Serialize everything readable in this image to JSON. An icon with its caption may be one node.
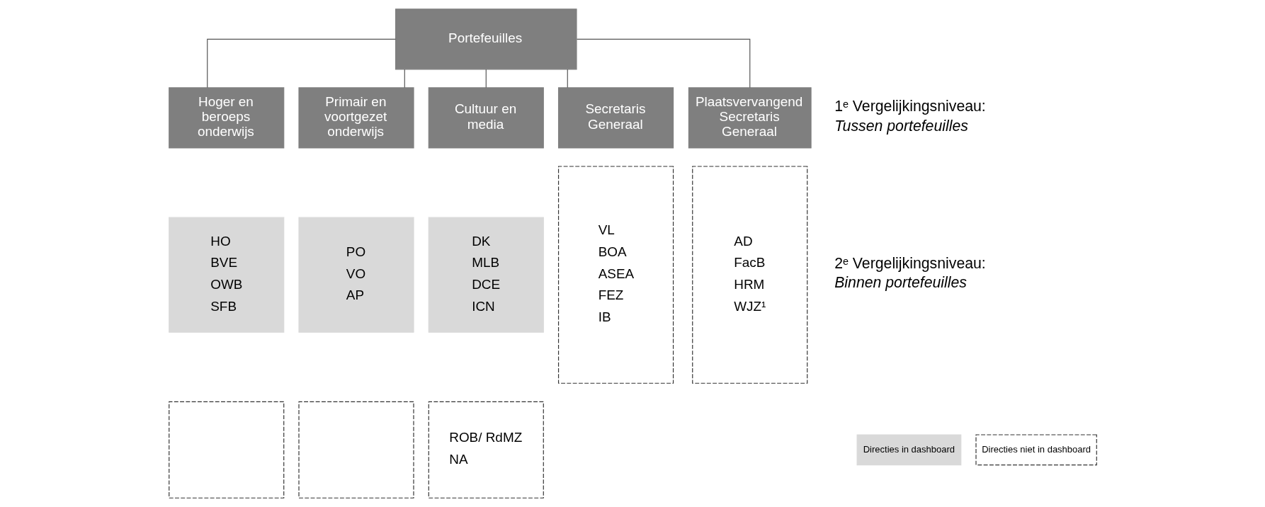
{
  "diagram": {
    "nodes": [
      {
        "text": [
          "Portefeuilles"
        ]
      },
      {
        "text": [
          "Hoger en beroeps onderwijs"
        ]
      },
      {
        "text": [
          "Primair en voortgezet onderwijs"
        ]
      },
      {
        "text": [
          "Cultuur en media"
        ]
      },
      {
        "text": [
          "Secretaris Generaal"
        ]
      },
      {
        "text": [
          "Plaatsvervangend Secretaris Generaal"
        ]
      },
      {
        "text": [
          "HO",
          "BVE",
          "OWB",
          "SFB"
        ]
      },
      {
        "text": [],
        "shape": "box"
      },
      {
        "text": [
          "PO",
          "VO",
          "AP"
        ]
      },
      {
        "text": [],
        "shape": "box"
      },
      {
        "text": [
          "DK",
          "MLB",
          "DCE",
          "ICN"
        ]
      },
      {
        "text": [
          "ROB/ RdMZ",
          "NA"
        ]
      },
      {
        "text": [
          "VL",
          "BOA",
          "ASEA",
          "FEZ",
          "IB"
        ]
      },
      {
        "text": [
          "AD",
          "FacB",
          "HRM",
          "WJZ¹"
        ]
      }
    ],
    "edges": [
      {
        "from": 0,
        "to": 1,
        "arrow": "none"
      },
      {
        "from": 0,
        "to": 2,
        "arrow": "none"
      },
      {
        "from": 0,
        "to": 3,
        "arrow": "none"
      },
      {
        "from": 0,
        "to": 4,
        "arrow": "none"
      },
      {
        "from": 0,
        "to": 5,
        "arrow": "none"
      }
    ],
    "labels": [
      "1ᵉ Vergelijkingsniveau:",
      "Tussen portefeuilles",
      "2ᵉ Vergelijkingsniveau:",
      "Binnen portefeuilles"
    ],
    "legend": [
      {
        "text": "Directies in dashboard",
        "color": "#d9d9d9"
      },
      {
        "text": "Directies niet in dashboard"
      }
    ]
  }
}
